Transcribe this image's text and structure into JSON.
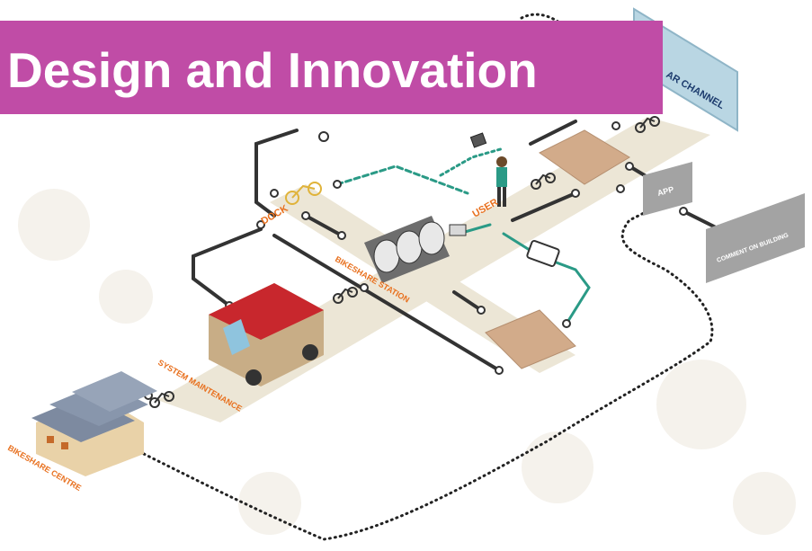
{
  "title": "Design and Innovation",
  "labels": {
    "channel_sign": "AR CHANNEL",
    "comment_sign": "COMMENT ON BUILDING",
    "app_sign": "APP",
    "user_label": "USER",
    "dock_label": "DOCK",
    "station_label": "BIKESHARE STATION",
    "repair_label": "SYSTEM MAINTENANCE",
    "centre_label": "BIKESHARE CENTRE"
  },
  "colors": {
    "banner": "#c04ca6",
    "road": "#ece6d6",
    "orange_label": "#e8701e",
    "teal_line": "#2a9a86",
    "dark_line": "#333333",
    "van_body": "#c8ad86",
    "van_roof": "#c8272d",
    "sign_blue": "#b9d6e3",
    "sign_gray": "#a3a3a3",
    "pad_tan": "#d2ab8a"
  }
}
